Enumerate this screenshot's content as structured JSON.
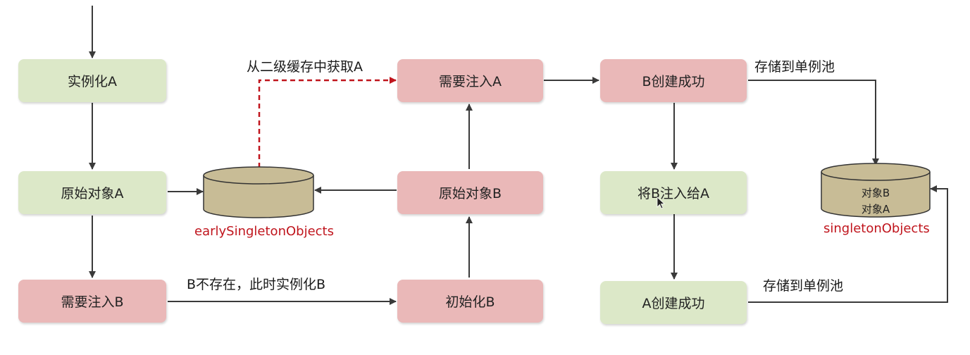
{
  "boxes": {
    "instantiate_a": "实例化A",
    "raw_object_a": "原始对象A",
    "need_inject_b": "需要注入B",
    "need_inject_a": "需要注入A",
    "raw_object_b": "原始对象B",
    "init_b": "初始化B",
    "b_created": "B创建成功",
    "inject_b_to_a": "将B注入给A",
    "a_created": "A创建成功"
  },
  "labels": {
    "from_second_cache": "从二级缓存中获取A",
    "b_not_exist": "B不存在，此时实例化B",
    "store_pool_top": "存储到单例池",
    "store_pool_bottom": "存储到单例池"
  },
  "caches": {
    "early": {
      "name": "earlySingletonObjects"
    },
    "singleton": {
      "name": "singletonObjects",
      "entries": [
        "对象B",
        "对象A"
      ]
    }
  },
  "colors": {
    "green_box": "#dce8c8",
    "red_box": "#eab8b8",
    "cylinder": "#c8bc96",
    "arrow": "#3a3a3a",
    "dashed_arrow": "#c0151d",
    "cache_label": "#c0151d"
  }
}
